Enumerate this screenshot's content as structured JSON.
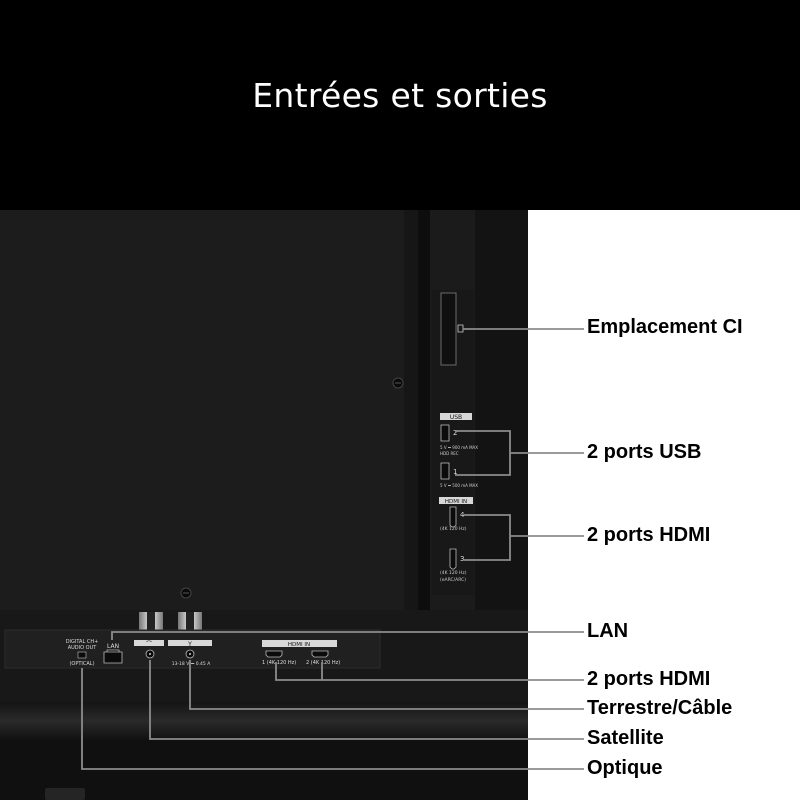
{
  "header": {
    "title": "Entrées et sorties"
  },
  "callouts": [
    {
      "label": "Emplacement CI"
    },
    {
      "label": "2 ports USB"
    },
    {
      "label": "2 ports HDMI"
    },
    {
      "label": "LAN"
    },
    {
      "label": "2 ports HDMI"
    },
    {
      "label": "Terrestre/Câble"
    },
    {
      "label": "Satellite"
    },
    {
      "label": "Optique"
    }
  ],
  "panel_labels": {
    "usb": "USB",
    "usb_port_2": "2",
    "usb_port_2_spec": "5 V ⎓ 900 mA MAX",
    "usb_port_2_note": "HDD REC",
    "usb_port_1": "1",
    "usb_port_1_spec": "5 V ⎓ 500 mA MAX",
    "hdmi_in_side": "HDMI IN",
    "hdmi_4": "4",
    "hdmi_4_spec": "(4K 120 Hz)",
    "hdmi_3": "3",
    "hdmi_3_spec": "(4K 120 Hz)",
    "hdmi_3_note": "(eARC/ARC)",
    "digital_out": "DIGITAL CH+",
    "audio_out": "AUDIO OUT",
    "optical": "(OPTICAL)",
    "lan": "LAN",
    "dc_spec": "13-18 V ⎓ 0.45 A",
    "hdmi_in_bottom": "HDMI IN",
    "hdmi_1": "1 (4K 120 Hz)",
    "hdmi_2": "2 (4K 120 Hz)"
  },
  "colors": {
    "header_bg": "#000000",
    "title": "#ffffff",
    "tv_body": "#1a1a1a",
    "leader_line": "#8c8c8c",
    "label_text": "#000000"
  }
}
